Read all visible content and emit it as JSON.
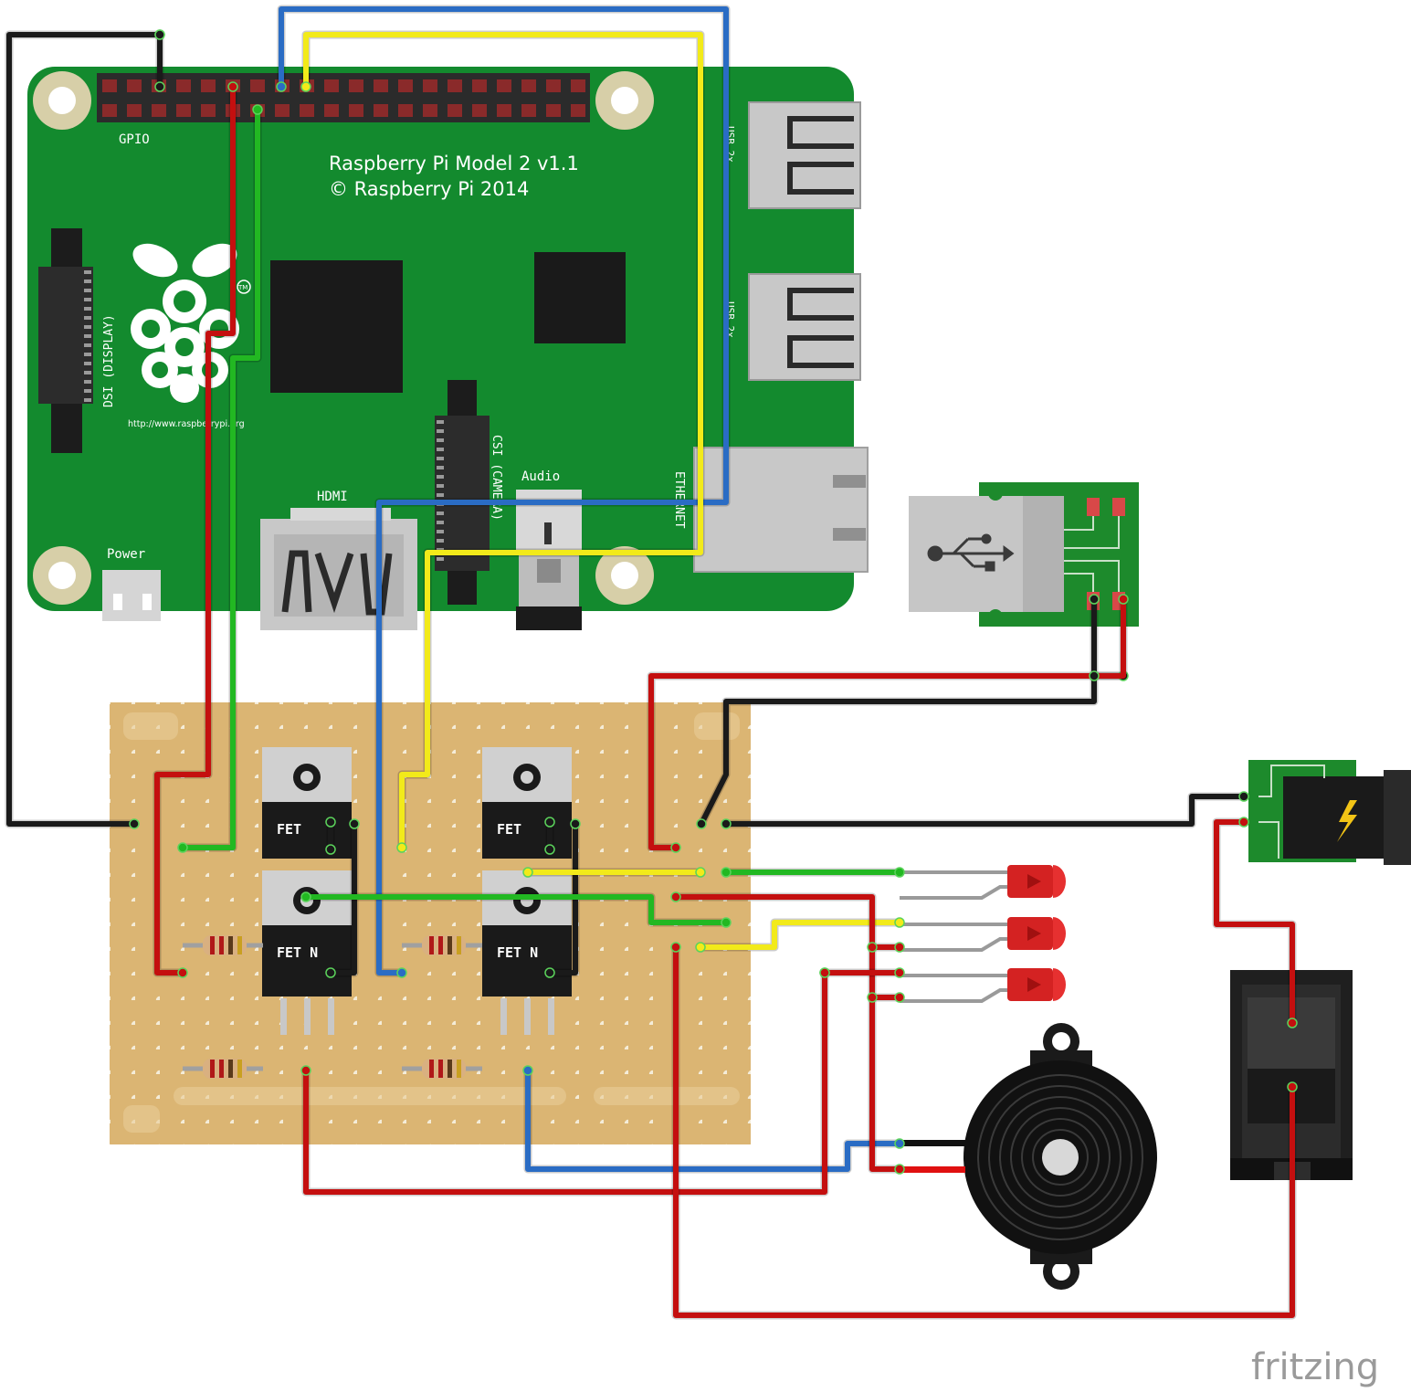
{
  "board": {
    "title": "Raspberry Pi Model 2 v1.1",
    "copyright": "© Raspberry Pi 2014",
    "gpio_label": "GPIO",
    "dsi_label": "DSI (DISPLAY)",
    "csi_label": "CSI (CAMERA)",
    "hdmi_label": "HDMI",
    "audio_label": "Audio",
    "power_label": "Power",
    "ethernet_label": "ETHERNET",
    "usb1_label": "USB 2x",
    "usb2_label": "USB 2x",
    "url_label": "http://www.raspberrypi.org",
    "tm_label": "TM"
  },
  "components": {
    "fet_labels": [
      "FET",
      "FET",
      "FET N",
      "FET N"
    ]
  },
  "watermark": "fritzing",
  "colors": {
    "pcb_green": "#138a2e",
    "perfboard": "#dbb573",
    "wire_red": "#c40f0f",
    "wire_black": "#1a1a1a",
    "wire_green": "#22b822",
    "wire_yellow": "#f2ea1a",
    "wire_blue": "#2a6cc4"
  }
}
